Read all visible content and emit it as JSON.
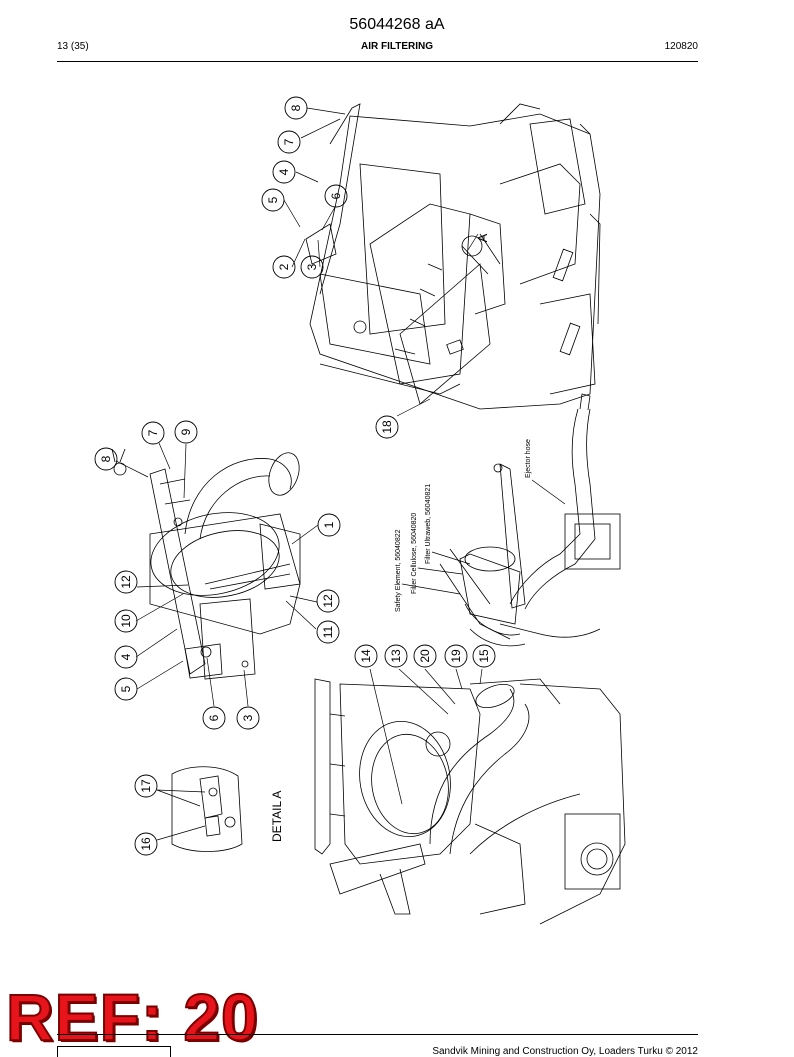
{
  "header": {
    "doc_number": "56044268 aA",
    "page": "13 (35)",
    "title": "AIR FILTERING",
    "date": "120820"
  },
  "drawing": {
    "callouts_top": [
      "8",
      "7",
      "4",
      "5",
      "6",
      "2",
      "3",
      "18"
    ],
    "callouts_middle": [
      "7",
      "9",
      "8",
      "1",
      "12",
      "12",
      "10",
      "11",
      "4",
      "5",
      "6",
      "3"
    ],
    "callouts_lower": [
      "14",
      "13",
      "20",
      "19",
      "15",
      "17",
      "16"
    ],
    "view_marker": "A",
    "detail_label": "DETAIL  A",
    "filter_labels": {
      "safety_element": "Safety Element, 56040822",
      "filter_cellulose": "Filter Cellulose, 56040820",
      "filter_ultraweb": "Filter Ultraweb, 56040821",
      "ejector_hose": "Ejector hose"
    }
  },
  "stamp": "REF: 20",
  "footer": "Sandvik Mining and Construction Oy, Loaders Turku © 2012"
}
